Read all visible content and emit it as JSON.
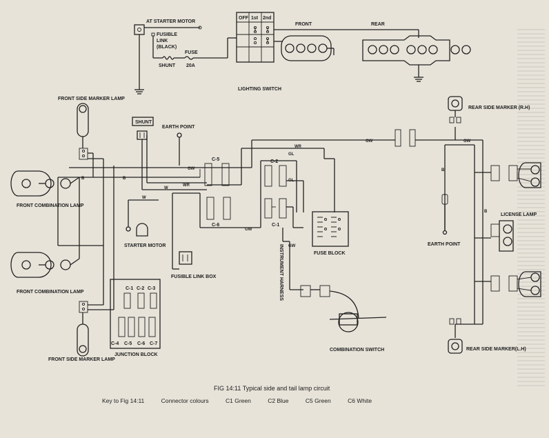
{
  "labels": {
    "at_starter_motor": "AT STARTER MOTOR",
    "fusible_link_1": "FUSIBLE",
    "fusible_link_2": "LINK",
    "fusible_link_3": "(BLACK)",
    "shunt_top": "SHUNT",
    "fuse": "FUSE",
    "fuse_rating": "20A",
    "switch_off": "OFF",
    "switch_1st": "1st",
    "switch_2nd": "2nd",
    "front": "FRONT",
    "rear": "REAR",
    "lighting_switch": "LIGHTING SWITCH",
    "front_side_marker_top": "FRONT SIDE MARKER LAMP",
    "shunt_box": "SHUNT",
    "earth_point_top": "EARTH POINT",
    "front_combination_top": "FRONT COMBINATION LAMP",
    "front_combination_bottom": "FRONT COMBINATION LAMP",
    "front_side_marker_bottom": "FRONT SIDE MARKER LAMP",
    "starter_motor": "STARTER MOTOR",
    "fusible_link_box": "FUSIBLE LINK BOX",
    "junction_block": "JUNCTION BLOCK",
    "fuse_block": "FUSE BLOCK",
    "instrument_harness": "INSTRUMENT HARNESS",
    "combination_switch": "COMBINATION SWITCH",
    "rear_side_marker_rh": "REAR SIDE MARKER (R.H)",
    "earth_point_right": "EARTH POINT",
    "license_lamp": "LICENSE LAMP",
    "rear_side_marker_lh": "REAR SIDE MARKER(L.H)",
    "c1": "C-1",
    "c2": "C-2",
    "c3": "C-3",
    "c4": "C-4",
    "c5": "C-5",
    "c6": "C-6",
    "c7": "C-7",
    "c5_top": "C-5",
    "c6_bot": "C-6",
    "c2_top": "C-2",
    "c1_bot": "C-1"
  },
  "wire_colours": {
    "gw": "GW",
    "wr": "WR",
    "w": "W",
    "gl": "GL",
    "b": "B",
    "gw2": "GW",
    "gw3": "GW",
    "gw4": "GW",
    "wr2": "WR",
    "gl2": "GL",
    "b2": "B",
    "b3": "B",
    "b4": "B",
    "w2": "W",
    "gw5": "GW"
  },
  "caption": "FIG 14:11   Typical side and tail lamp circuit",
  "key": {
    "title": "Key to Fig 14:11",
    "connector_colours": "Connector colours",
    "c1": "C1  Green",
    "c2": "C2  Blue",
    "c5": "C5  Green",
    "c6": "C6  White"
  },
  "colors": {
    "paper": "#e7e3d9",
    "ink": "#1d1d1d"
  }
}
